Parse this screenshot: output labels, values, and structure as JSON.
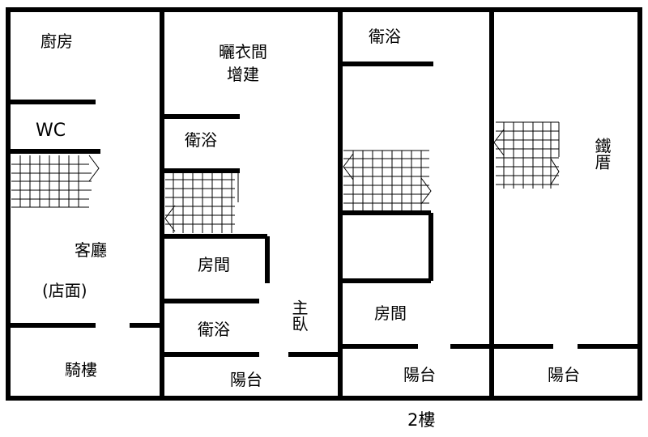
{
  "rooms": {
    "kitchen": "廚房",
    "wc": "WC",
    "living": "客廳",
    "shop": "(店面)",
    "arcade": "騎樓",
    "laundry": "曬衣間\n增建",
    "bath_1": "衛浴",
    "room_1": "房間",
    "bath_2": "衛浴",
    "master": "主臥",
    "balcony_1": "陽台",
    "bath_3": "衛浴",
    "room_2": "房間",
    "balcony_2": "陽台",
    "iron": "鐵厝",
    "balcony_3": "陽台"
  },
  "floor_label": "2樓"
}
